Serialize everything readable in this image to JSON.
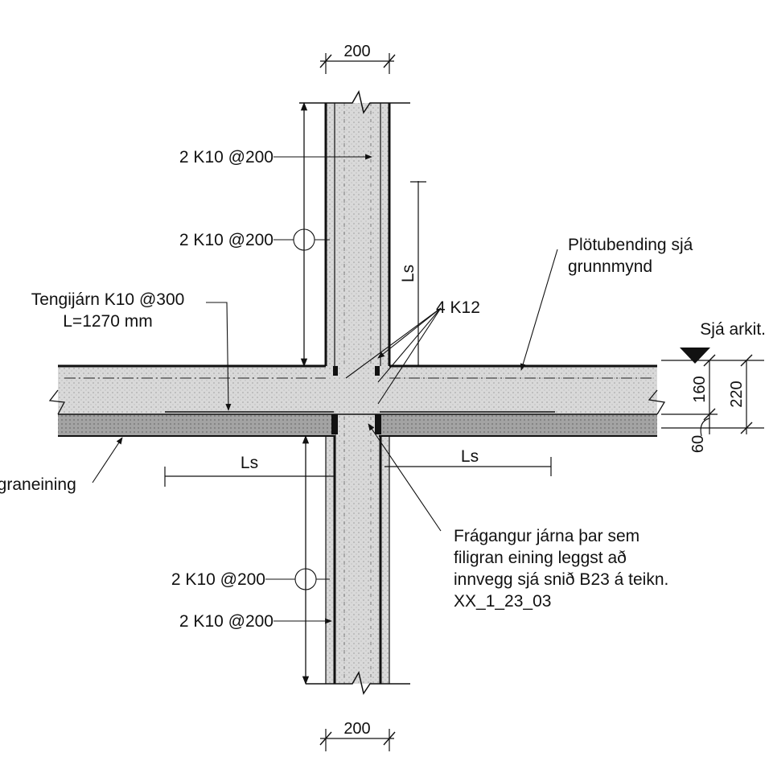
{
  "dimensions": {
    "wall_thickness_top": "200",
    "wall_thickness_bottom": "200",
    "slab_thickness_top": "160",
    "slab_total": "220",
    "filigran_thickness": "60"
  },
  "labels": {
    "rebar_upper_1": "2 K10 @200",
    "rebar_upper_2": "2 K10 @200",
    "rebar_lower_1": "2 K10 @200",
    "rebar_lower_2": "2 K10 @200",
    "tengijarn_line1": "Tengijárn K10 @300",
    "tengijarn_line2": "L=1270 mm",
    "ls_vertical": "Ls",
    "ls_left": "Ls",
    "ls_right": "Ls",
    "bars_4k12": "4 K12",
    "plotubending_line1": "Plötubending sjá",
    "plotubending_line2": "grunnmynd",
    "sja_arkit": "Sjá arkit.",
    "filigraneining": "igraneining",
    "fragangur_line1": "Frágangur járna þar sem",
    "fragangur_line2": "filigran eining leggst að",
    "fragangur_line3": "innvegg sjá snið B23 á teikn.",
    "fragangur_line4": "XX_1_23_03"
  },
  "colors": {
    "line": "#111111",
    "concrete": "#d6d6d6",
    "filigran": "#9a9a9a"
  }
}
